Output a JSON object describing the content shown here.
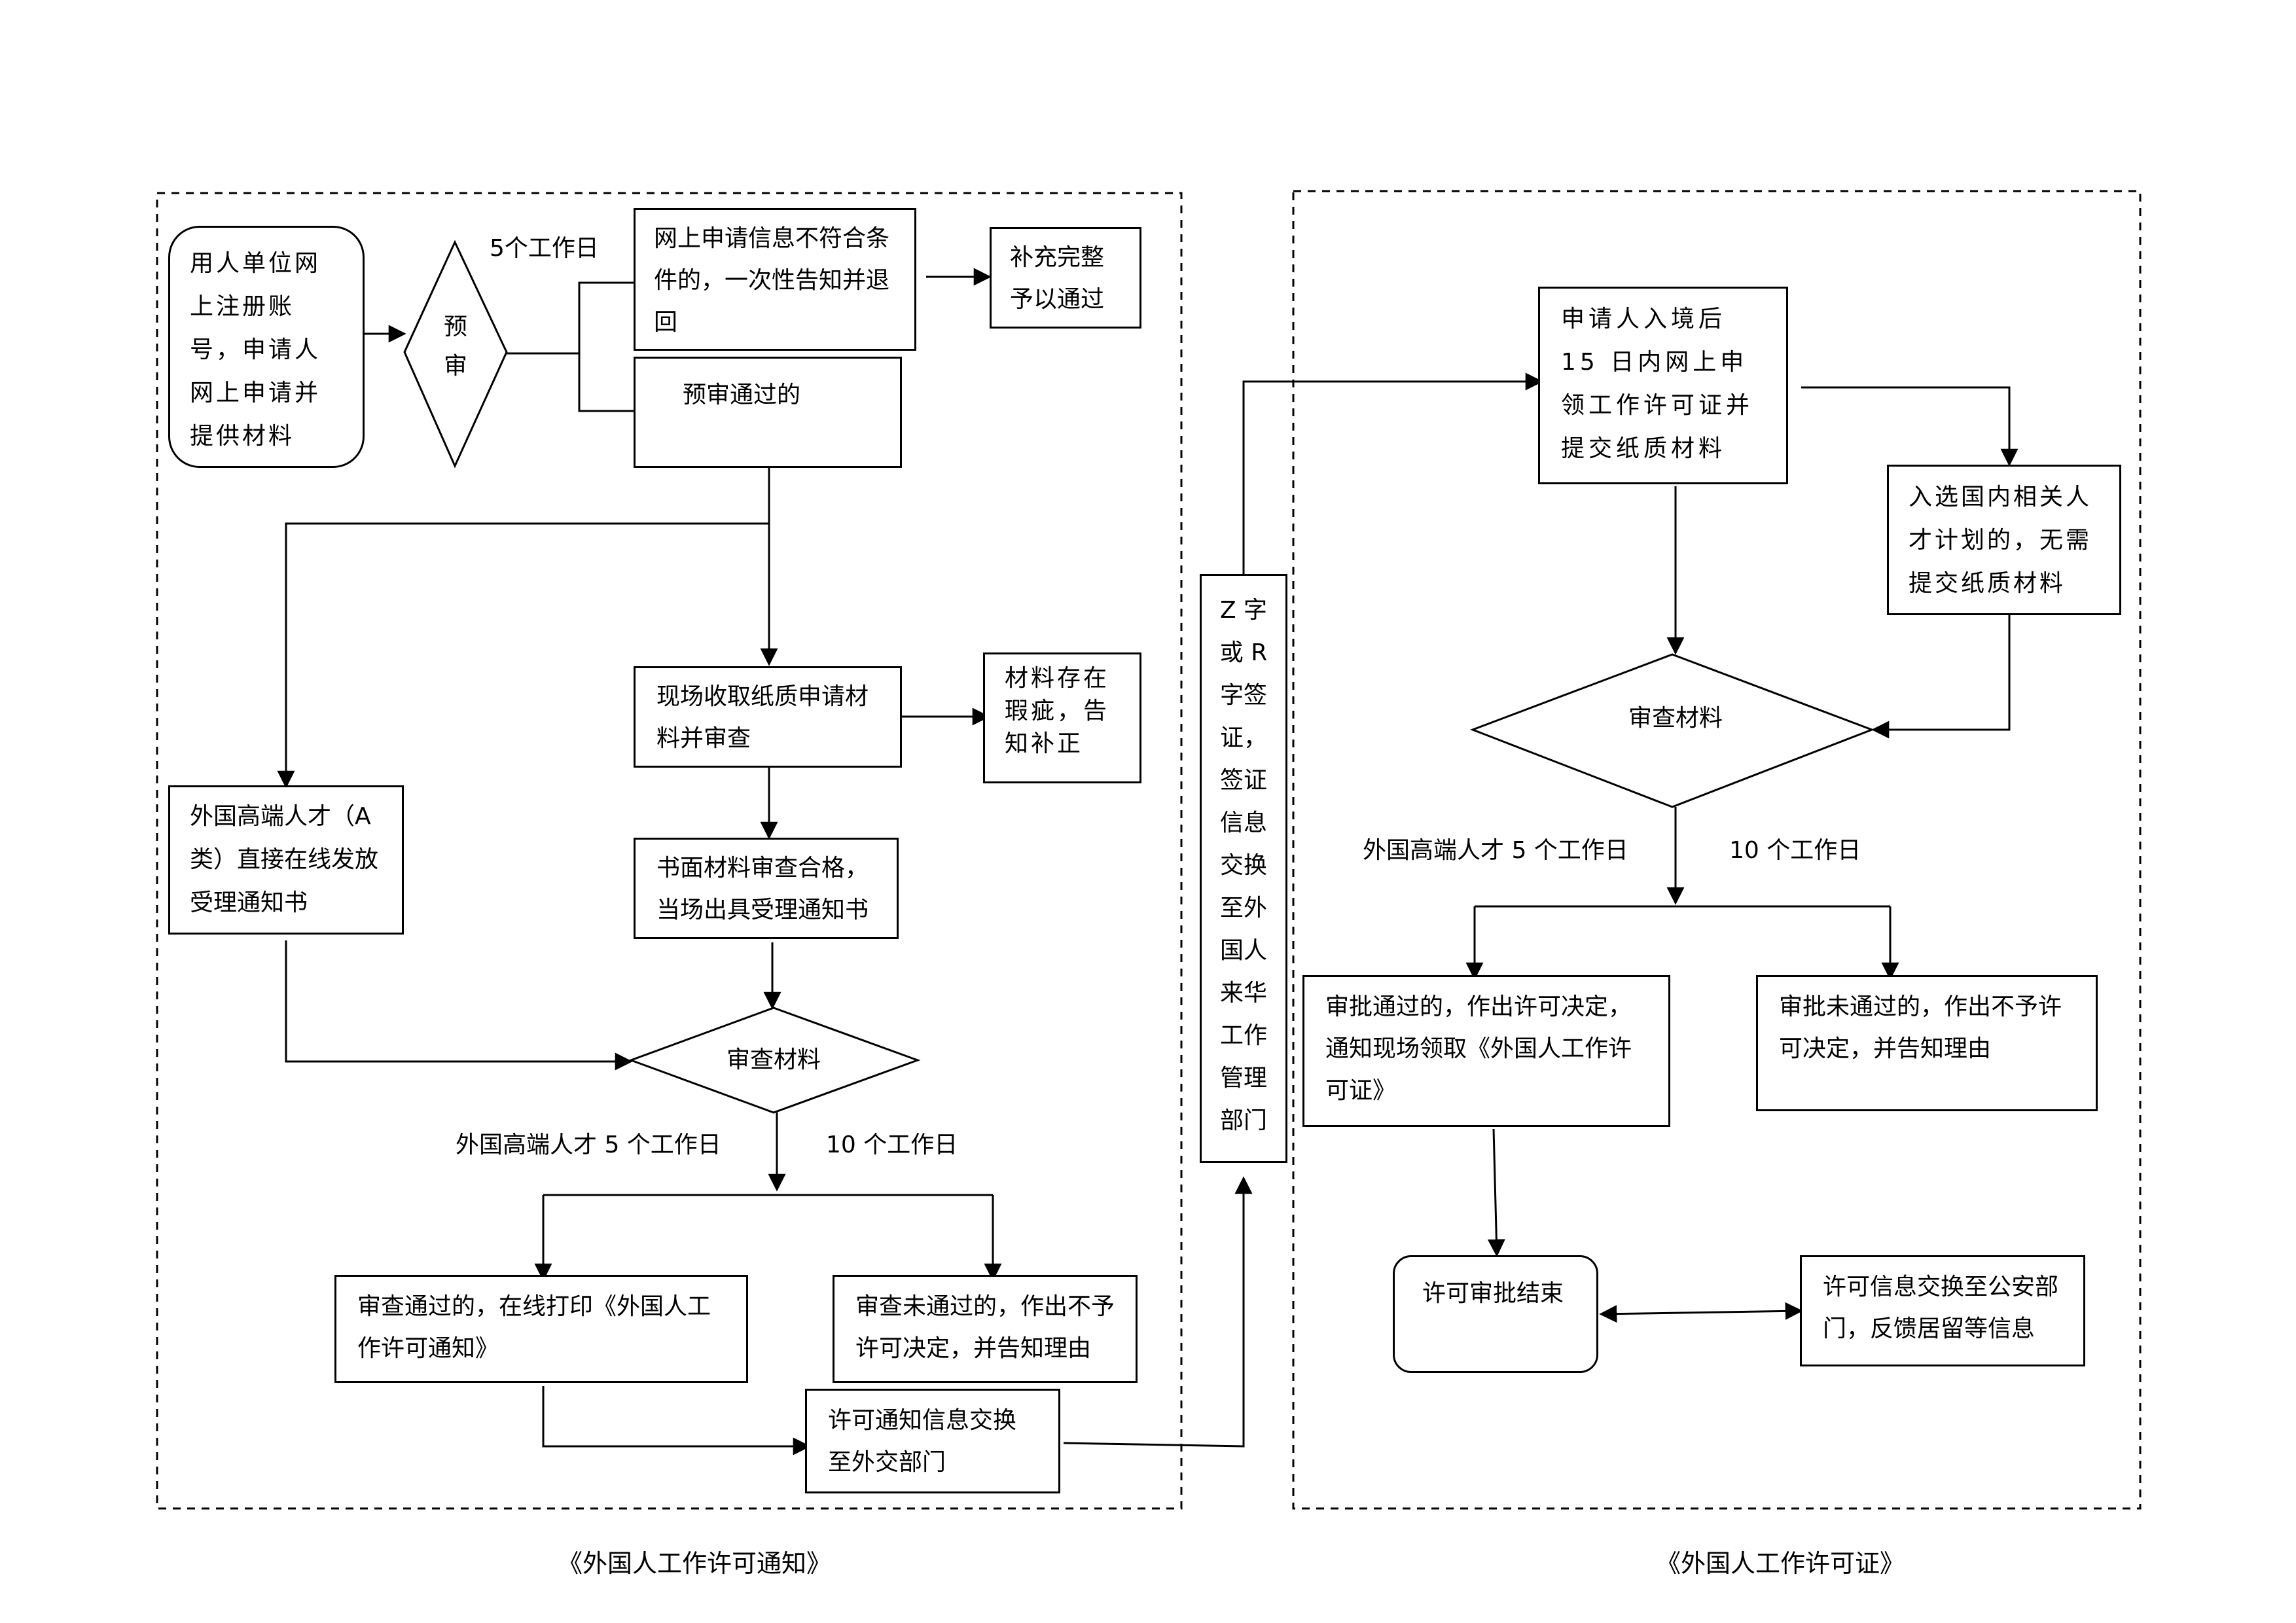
{
  "regions": {
    "left_caption": "《外国人工作许可通知》",
    "right_caption": "《外国人工作许可证》"
  },
  "left": {
    "register": "用人单位网上注册账号，申请人网上申请并提供材料",
    "pre_review": "预审",
    "pre_review_days": "5个工作日",
    "fail_info": "网上申请信息不符合条件的，一次性告知并退回",
    "supplement": "补充完整 予以通过",
    "pre_pass": "预审通过的",
    "onsite": "现场收取纸质申请材料并审查",
    "defect": "材料存在瑕疵，告知补正",
    "class_a": "外国高端人才（A类）直接在线发放受理通知书",
    "written_ok": "书面材料审查合格，当场出具受理通知书",
    "review": "审查材料",
    "days_high": "外国高端人才 5 个工作日",
    "days_10": "10 个工作日",
    "approved": "审查通过的，在线打印《外国人工作许可通知》",
    "rejected": "审查未通过的，作出不予许可决定，并告知理由",
    "exchange_foreign": "许可通知信息交换至外交部门"
  },
  "middle": {
    "visa_lines": [
      "Z 字",
      "或 R",
      "字签",
      "证，",
      "签证",
      "信息",
      "交换",
      "至外",
      "国人",
      "来华",
      "工作",
      "管理",
      "部门"
    ]
  },
  "right": {
    "apply_card": "申请人入境后 15 日内网上申领工作许可证并提交纸质材料",
    "talent_plan": "入选国内相关人才计划的，无需提交纸质材料",
    "review": "审查材料",
    "days_high": "外国高端人才 5 个工作日",
    "days_10": "10 个工作日",
    "approved": "审批通过的，作出许可决定，通知现场领取《外国人工作许可证》",
    "rejected": "审批未通过的，作出不予许可决定，并告知理由",
    "finish": "许可审批结束",
    "exchange_police": "许可信息交换至公安部门，反馈居留等信息"
  }
}
